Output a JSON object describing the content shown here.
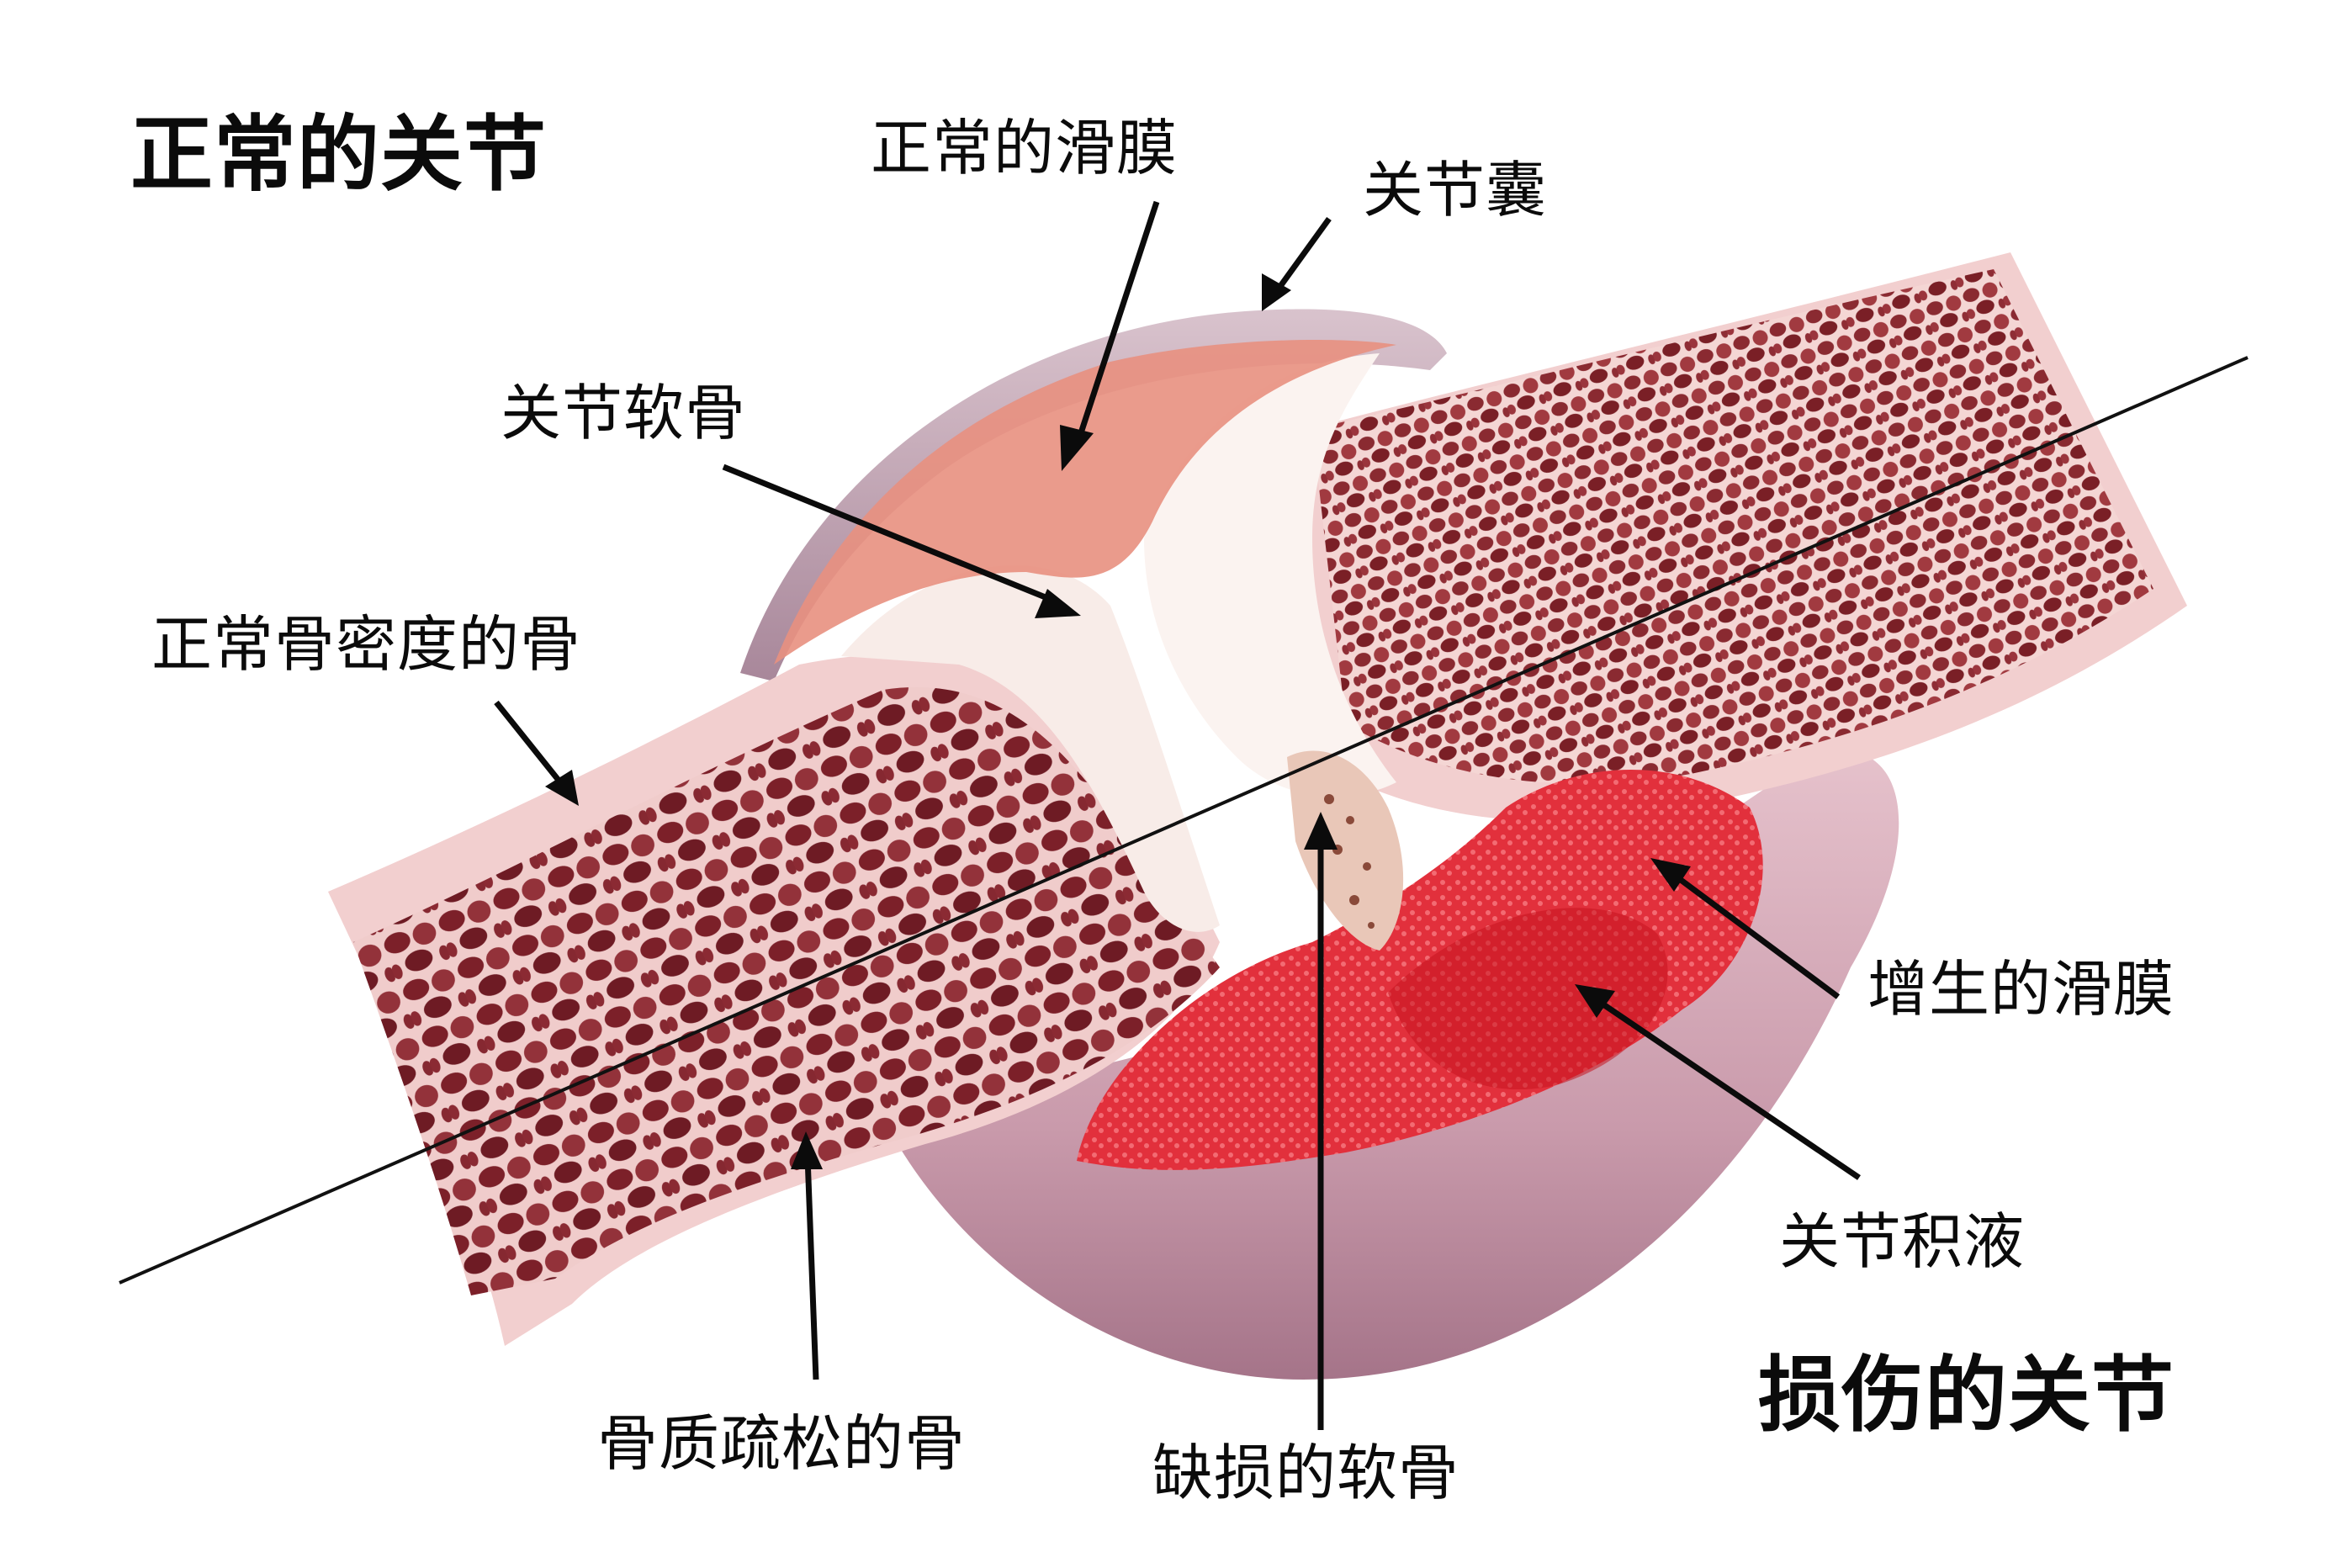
{
  "diagram": {
    "titles": {
      "normal_joint": "正常的关节",
      "damaged_joint": "损伤的关节"
    },
    "labels": {
      "normal_synovium": "正常的滑膜",
      "joint_capsule": "关节囊",
      "articular_cartilage": "关节软骨",
      "normal_density_bone": "正常骨密度的骨",
      "hyperplastic_synovium": "增生的滑膜",
      "joint_effusion": "关节积液",
      "osteoporotic_bone": "骨质疏松的骨",
      "defective_cartilage": "缺损的软骨"
    },
    "colors": {
      "background": "#ffffff",
      "text": "#0b0b0b",
      "bone_outer": "#f3d2d2",
      "trabecular_dark": "#7a1f26",
      "trabecular_mid": "#a8474c",
      "cartilage": "#f8ece8",
      "synovium_normal": "#e8907f",
      "synovium_inflamed": "#e0303c",
      "capsule": "#b89aa8",
      "divider_line": "#111111"
    }
  }
}
